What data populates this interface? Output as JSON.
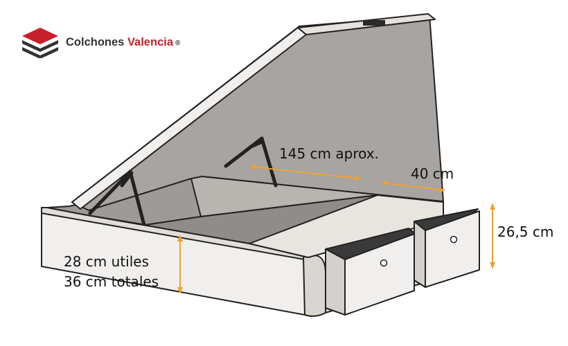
{
  "brand": {
    "name_part1": "Colchones",
    "name_part2": "Valencia",
    "registered_mark": "®",
    "colors": {
      "red": "#c8202a",
      "dark": "#333333"
    }
  },
  "dimensions": {
    "lid_length": "145 cm aprox.",
    "drawer_depth": "40 cm",
    "drawer_height": "26,5 cm",
    "useful_height": "28 cm utiles",
    "total_height": "36 cm totales"
  },
  "colors": {
    "arrow": "#f0a030",
    "outline": "#222222",
    "panel_light": "#f1efed",
    "panel_mid": "#d9d6d2",
    "interior": "#a9a6a3",
    "drawer_inner": "#3a3a3a"
  },
  "icons": [
    "logo-stack-icon",
    "drawer-knob-icon"
  ]
}
